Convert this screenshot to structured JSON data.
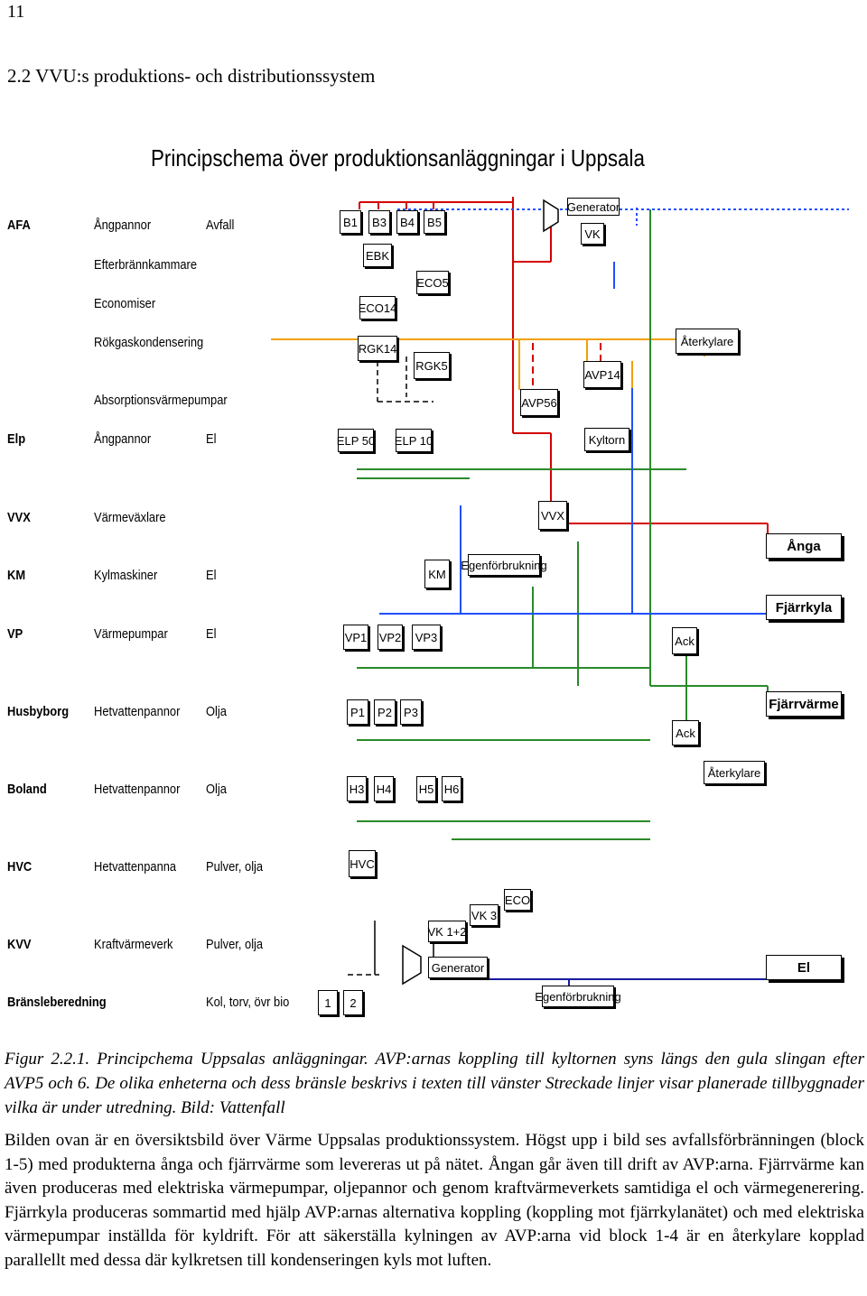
{
  "page_number": "11",
  "section_title": "2.2 VVU:s produktions- och distributionssystem",
  "diagram": {
    "title": "Principschema över produktionsanläggningar i Uppsala",
    "left_rows": [
      {
        "col1": "AFA",
        "col2": "Ångpannor",
        "col3": "Avfall"
      },
      {
        "col1": "",
        "col2": "Efterbrännkammare",
        "col3": ""
      },
      {
        "col1": "",
        "col2": "Economiser",
        "col3": ""
      },
      {
        "col1": "",
        "col2": "Rökgaskondensering",
        "col3": ""
      },
      {
        "col1": "",
        "col2": "Absorptionsvärmepumpar",
        "col3": ""
      },
      {
        "col1": "Elp",
        "col2": "Ångpannor",
        "col3": "El"
      },
      {
        "col1": "VVX",
        "col2": "Värmeväxlare",
        "col3": ""
      },
      {
        "col1": "KM",
        "col2": "Kylmaskiner",
        "col3": "El"
      },
      {
        "col1": "VP",
        "col2": "Värmepumpar",
        "col3": "El"
      },
      {
        "col1": "Husbyborg",
        "col2": "Hetvattenpannor",
        "col3": "Olja"
      },
      {
        "col1": "Boland",
        "col2": "Hetvattenpannor",
        "col3": "Olja"
      },
      {
        "col1": "HVC",
        "col2": "Hetvattenpanna",
        "col3": "Pulver, olja"
      },
      {
        "col1": "KVV",
        "col2": "Kraftvärmeverk",
        "col3": "Pulver, olja"
      },
      {
        "col1": "Bränsleberedning",
        "col2": "",
        "col3": "Kol, torv, övr bio"
      }
    ],
    "units": {
      "b1": "B1",
      "b3": "B3",
      "b4": "B4",
      "b5": "B5",
      "ebk": "EBK",
      "eco5": "ECO5",
      "eco14": "ECO14",
      "rgk14": "RGK14",
      "rgk5": "RGK5",
      "generator_top": "Generator",
      "vk": "VK",
      "aterkylare_top": "Återkylare",
      "avp14": "AVP14",
      "avp56": "AVP56",
      "elp50": "ELP 50",
      "elp10": "ELP 10",
      "kyltorn": "Kyltorn",
      "vvx": "VVX",
      "km": "KM",
      "egenforbrukning_mid": "Egenförbrukning",
      "vp1": "VP1",
      "vp2": "VP2",
      "vp3": "VP3",
      "ack_vp": "Ack",
      "p1": "P1",
      "p2": "P2",
      "p3": "P3",
      "ack_hus": "Ack",
      "aterkylare_bol": "Återkylare",
      "h3": "H3",
      "h4": "H4",
      "h5": "H5",
      "h6": "H6",
      "hvc": "HVC",
      "eco_kvv": "ECO",
      "vk3": "VK 3",
      "vk12": "VK 1+2",
      "generator_kvv": "Generator",
      "one": "1",
      "two": "2",
      "egenforbrukning_bottom": "Egenförbrukning"
    },
    "outputs": {
      "anga": "Ånga",
      "fjarrkyla": "Fjärrkyla",
      "fjarrvarme": "Fjärrvärme",
      "el": "El"
    },
    "line_colors": {
      "steam": "#d40000",
      "cooling": "#2050ff",
      "district_heat": "#2a8a2a",
      "avp_loop": "#f2a000",
      "power": "#1a1aa0",
      "planned": "#000000"
    }
  },
  "caption": "Figur 2.2.1. Principchema Uppsalas anläggningar. AVP:arnas koppling till kyltornen syns längs den gula slingan efter AVP5 och 6. De olika enheterna och dess bränsle beskrivs i texten till vänster Streckade linjer visar planerade tillbyggnader vilka är under utredning. Bild: Vattenfall",
  "body_text": "Bilden ovan är en översiktsbild över Värme Uppsalas produktionssystem. Högst upp i bild ses avfallsförbränningen (block 1-5) med produkterna ånga och fjärrvärme som levereras ut på nätet. Ångan går även till drift av AVP:arna. Fjärrvärme kan även produceras med elektriska värmepumpar, oljepannor och genom kraftvärmeverkets samtidiga el och värmegenerering. Fjärrkyla produceras sommartid med hjälp AVP:arnas alternativa koppling (koppling mot fjärrkylanätet) och med elektriska värmepumpar inställda för kyldrift. För att säkerställa kylningen av AVP:arna vid block 1-4 är en återkylare kopplad parallellt med dessa där kylkretsen till kondenseringen kyls mot luften."
}
